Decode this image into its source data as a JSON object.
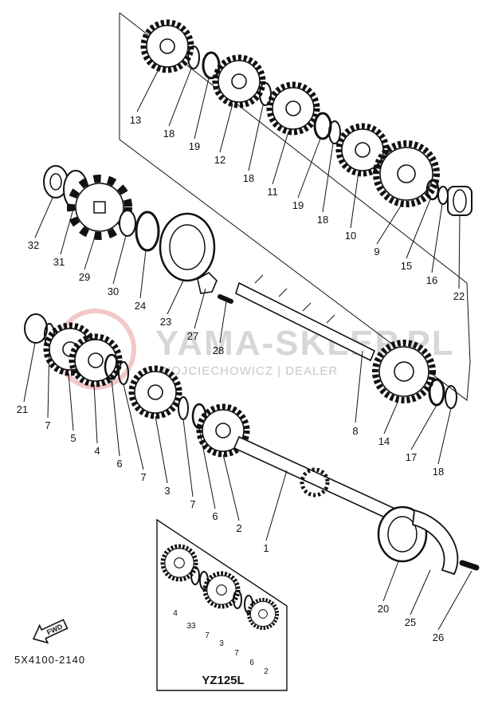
{
  "watermark": {
    "brand": "YAMA-SKLEP.PL",
    "subline": "WOJCIECHOWICZ | DEALER"
  },
  "diagram_code": "5X4100-2140",
  "variant_box": {
    "label": "YZ125L",
    "callouts": [
      "4",
      "33",
      "7",
      "3",
      "7",
      "6",
      "2"
    ]
  },
  "direction_badge": "FWD",
  "callouts": [
    "13",
    "18",
    "19",
    "12",
    "18",
    "11",
    "19",
    "18",
    "10",
    "9",
    "15",
    "16",
    "22",
    "32",
    "31",
    "29",
    "30",
    "24",
    "23",
    "27",
    "28",
    "21",
    "7",
    "5",
    "4",
    "6",
    "7",
    "3",
    "7",
    "6",
    "2",
    "1",
    "8",
    "14",
    "17",
    "18",
    "20",
    "25",
    "26"
  ]
}
